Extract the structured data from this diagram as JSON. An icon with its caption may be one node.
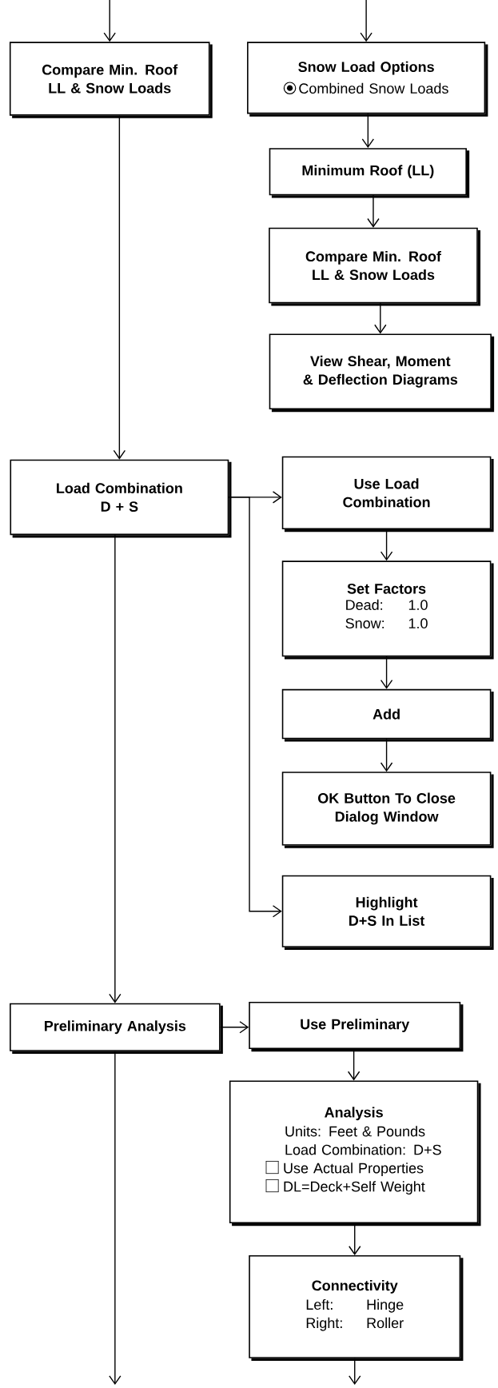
{
  "diagram": {
    "nodes": [
      {
        "text": [
          "Compare Min. Roof LL & Snow Loads"
        ]
      },
      {
        "text": [
          "Snow Load Options",
          "Combined Snow Loads"
        ]
      },
      {
        "text": [
          "Minimum Roof (LL)"
        ]
      },
      {
        "text": [
          "Compare Min. Roof LL & Snow Loads"
        ]
      },
      {
        "text": [
          "View Shear, Moment & Deflection Diagrams"
        ]
      },
      {
        "text": [
          "Load Combination D + S"
        ]
      },
      {
        "text": [
          "Use Load Combination"
        ]
      },
      {
        "text": [
          "Set Factors",
          "Dead:",
          "1.0",
          "Snow:",
          "1.0"
        ]
      },
      {
        "text": [
          "Add"
        ]
      },
      {
        "text": [
          "OK Button To Close Dialog Window"
        ]
      },
      {
        "text": [
          "Highlight D+S In List"
        ]
      },
      {
        "text": [
          "Preliminary Analysis"
        ]
      },
      {
        "text": [
          "Use Preliminary"
        ]
      },
      {
        "text": [
          "Analysis",
          "Units: Feet & Pounds",
          "Load Combination: D+S",
          "Use Actual Properties",
          "DL=Deck+Self Weight"
        ]
      },
      {
        "text": [
          "Connectivity",
          "Left:",
          "Hinge",
          "Right:",
          "Roller"
        ]
      }
    ],
    "edges": [
      {
        "from": null,
        "to": 0,
        "arrow": "to"
      },
      {
        "from": null,
        "to": 1,
        "arrow": "to"
      },
      {
        "from": 1,
        "to": 2,
        "arrow": "to"
      },
      {
        "from": 2,
        "to": 3,
        "arrow": "to"
      },
      {
        "from": 3,
        "to": 4,
        "arrow": "to"
      },
      {
        "from": 0,
        "to": 5,
        "arrow": "to"
      },
      {
        "from": 5,
        "to": 6,
        "arrow": "to"
      },
      {
        "from": 5,
        "to": 10,
        "arrow": "to"
      },
      {
        "from": 6,
        "to": 7,
        "arrow": "to"
      },
      {
        "from": 7,
        "to": 8,
        "arrow": "to"
      },
      {
        "from": 8,
        "to": 9,
        "arrow": "to"
      },
      {
        "from": 5,
        "to": 11,
        "arrow": "to"
      },
      {
        "from": 11,
        "to": 12,
        "arrow": "to"
      },
      {
        "from": 12,
        "to": 13,
        "arrow": "to"
      },
      {
        "from": 13,
        "to": 14,
        "arrow": "to"
      },
      {
        "from": 11,
        "to": null,
        "arrow": "to"
      },
      {
        "from": 14,
        "to": null,
        "arrow": "to"
      }
    ]
  }
}
